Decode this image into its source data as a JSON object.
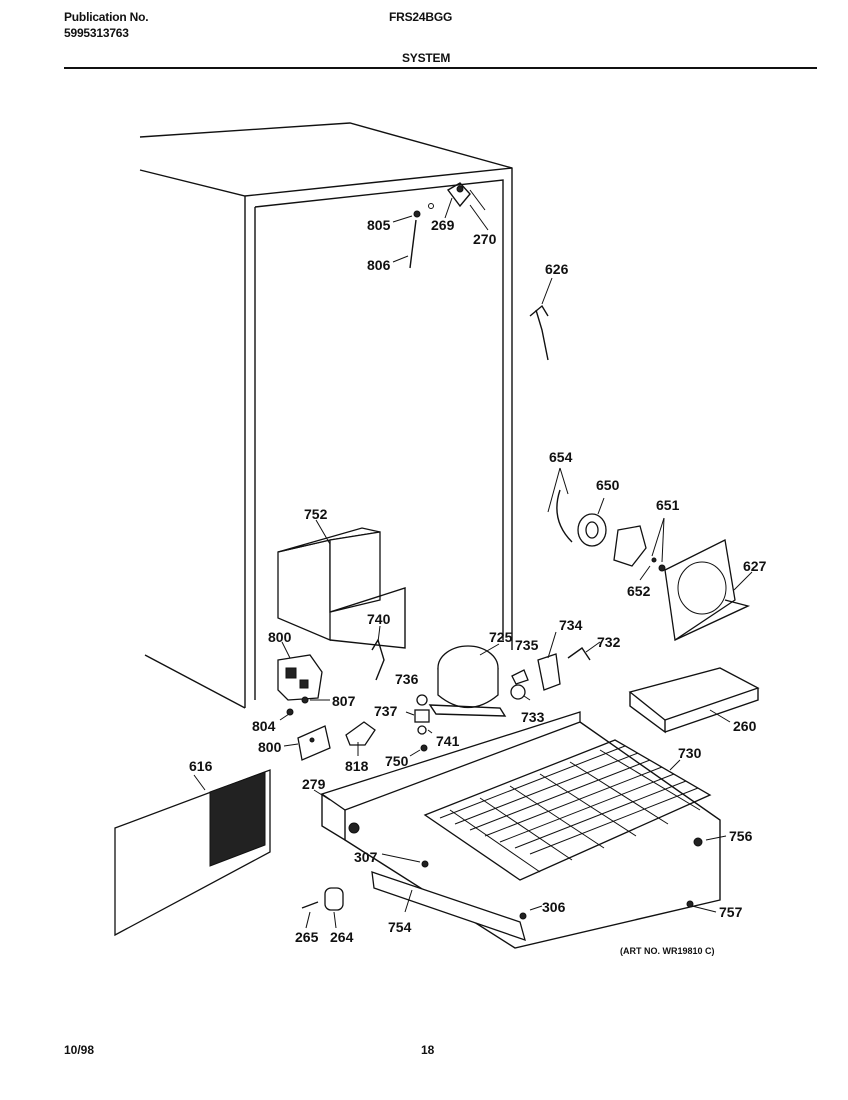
{
  "header": {
    "publication_label": "Publication No.",
    "publication_number": "5995313763",
    "model": "FRS24BGG",
    "section": "SYSTEM"
  },
  "footer": {
    "date": "10/98",
    "page": "18"
  },
  "art_number": "(ART NO. WR19810 C)",
  "parts": {
    "p805": "805",
    "p806": "806",
    "p269": "269",
    "p270": "270",
    "p626": "626",
    "p654": "654",
    "p650": "650",
    "p651": "651",
    "p652": "652",
    "p627": "627",
    "p752": "752",
    "p740": "740",
    "p800a": "800",
    "p807": "807",
    "p804": "804",
    "p800b": "800",
    "p818": "818",
    "p736": "736",
    "p737": "737",
    "p741": "741",
    "p750": "750",
    "p725": "725",
    "p735": "735",
    "p734": "734",
    "p732": "732",
    "p733": "733",
    "p260": "260",
    "p730": "730",
    "p616": "616",
    "p279": "279",
    "p756": "756",
    "p307": "307",
    "p306": "306",
    "p757": "757",
    "p754": "754",
    "p265": "265",
    "p264": "264"
  }
}
